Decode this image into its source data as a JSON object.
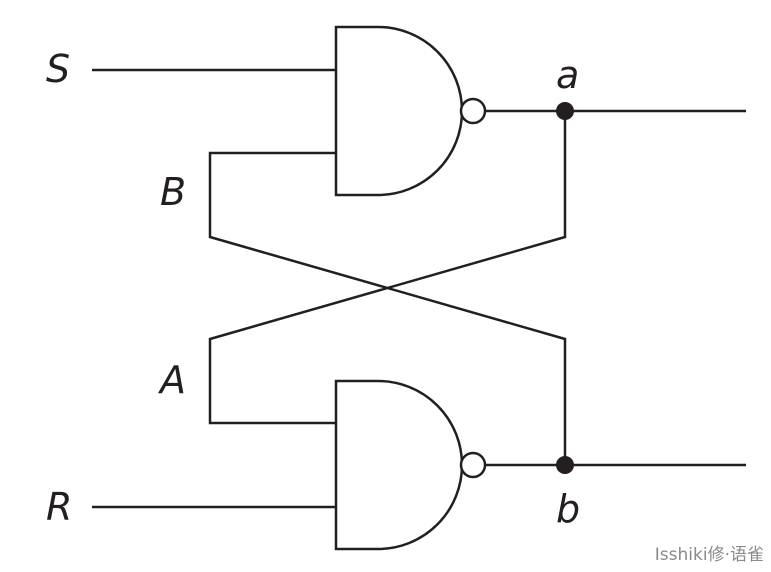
{
  "diagram": {
    "type": "SR latch using cross-coupled NAND gates",
    "labels": {
      "s": "S",
      "r": "R",
      "a": "a",
      "b": "b",
      "upper_feedback": "B",
      "lower_feedback": "A"
    },
    "gates": [
      {
        "id": "upper",
        "kind": "NAND",
        "inputs": [
          "S",
          "B"
        ],
        "output": "a"
      },
      {
        "id": "lower",
        "kind": "NAND",
        "inputs": [
          "A",
          "R"
        ],
        "output": "b"
      }
    ],
    "colors": {
      "stroke": "#231f20",
      "background": "#ffffff",
      "watermark": "#8a8a8a"
    }
  },
  "watermark": {
    "text": "Isshiki修·语雀"
  }
}
